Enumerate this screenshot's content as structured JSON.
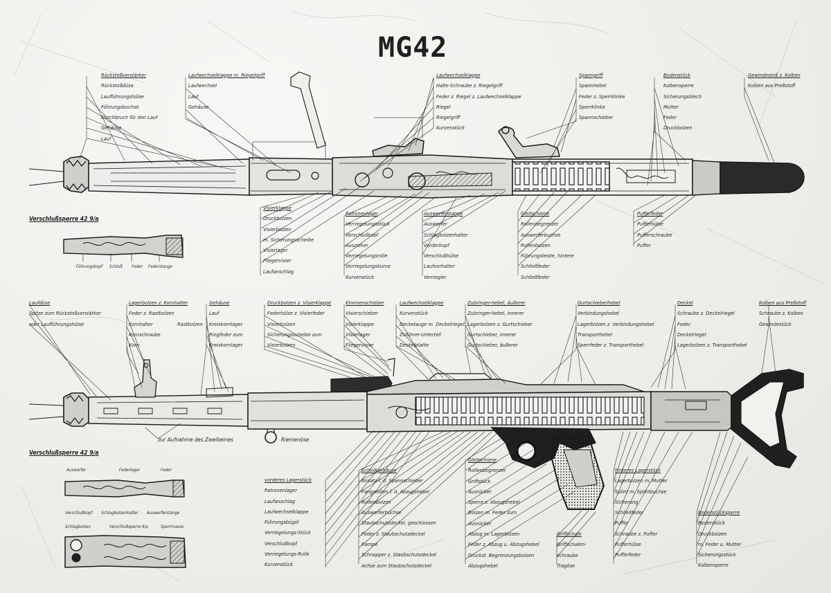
{
  "title": "MG42",
  "top_diagram": {
    "group1": [
      "Rückstoßverstärker",
      "Rückstoßdüse",
      "Laufführungshülse",
      "Führungsbuchse",
      "Durchbruch für den Lauf",
      "Gehäuse",
      "Lauf"
    ],
    "group2": [
      "Laufwechselklappe m. Riegelgriff",
      "Laufwechsel",
      "",
      "Lauf",
      "Gehäuse"
    ],
    "group3": [
      "Laufwechselklappe",
      "Halte-Schraube z. Riegelgriff",
      "Feder z. Riegel z. Laufwechselklappe",
      "Riegel",
      "Riegelgriff",
      "Kurvenstück"
    ],
    "group4": [
      "Spanngriff",
      "Spannhebel",
      "Feder z. Sperrklinke",
      "Sperrklinke",
      "Spannschieber"
    ],
    "group5": [
      "Bodenstück",
      "Kolbensperre",
      "Sicherungsblech",
      "Mutter",
      "Feder",
      "Druckbolzen"
    ],
    "group6": [
      "Gewindestoß z. Kolben",
      "Kolben aus Preßstoff"
    ],
    "below1": [
      "Visierklappe",
      "Druckbolzen",
      "Visierbolzen",
      "m. Sicherungsscheibe",
      "Visierlager",
      "Fliegervisier",
      "Laufanschlag"
    ],
    "below2": [
      "Patronenlager",
      "Verriegelungsstück",
      "Verschlußkopf",
      "Auszieher",
      "Verriegelungsrolle",
      "Verriegelungskurve",
      "Kurvenstück"
    ],
    "below3": [
      "Auswerferstange",
      "Auswerfer",
      "Schlagbolzenhalter",
      "Vorderkopf",
      "Verschlußhülse",
      "Laufvorhalter",
      "Verriegler"
    ],
    "below4": [
      "Gleitschiene",
      "Rollenbegrenzer",
      "Auswerferbuchse",
      "Rollenbolzen",
      "Führungsleiste, hintere",
      "Schließfeder",
      "Schließfeder"
    ],
    "below5": [
      "Pufferfeder",
      "Pufferhülse",
      "Pufferschraube",
      "Puffer"
    ]
  },
  "verschluss_top": {
    "caption": "Verschlußsperre 42 9/a",
    "labels": [
      "Führungskopf",
      "Schloß",
      "Feder",
      "Federstange"
    ]
  },
  "bottom_diagram": {
    "top1": [
      "Laufdüse",
      "Spitze zum Rückstoßverstärker",
      "oder Laufführungshülse"
    ],
    "top2": [
      "Lagerbolzen z. Kornhalter",
      "Feder z. Rastbolzen",
      "Kornhalter",
      "Kornschraube",
      "Korn"
    ],
    "top2b": "Rastbolzen",
    "top3": [
      "Gehäuse",
      "Lauf",
      "Kreiskornlager",
      "Ringfeder zum",
      "Kreiskornlager"
    ],
    "top4": [
      "Druckbolzen z. Visierklappe",
      "Federhülse z. Visierfeder",
      "Visierbolzen",
      "Sicherungsscheibe zum",
      "Visierbolzen"
    ],
    "top5": [
      "Kimmenschieber",
      "Visierschieber",
      "Visierklappe",
      "Visierlager",
      "Fliegervisier"
    ],
    "top6": [
      "Laufwechselklappe",
      "Kurvenstück",
      "Deckelauge m. Deckelriegel",
      "Zuführer-Unterteil",
      "Deckelplatte"
    ],
    "top7": [
      "Zubringer-hebel, äußerer",
      "Zubringer-hebel, innerer",
      "Lagerbolzen z. Gurtschieber",
      "Gurtschieber, innerer",
      "Gurtschieber, äußerer"
    ],
    "top8": [
      "Gurtschieberhebel",
      "Verbindungshebel",
      "Lagerbolzen z. Verbindungshebel",
      "Transporthebel",
      "Sperrfeder z. Transporthebel"
    ],
    "top9": [
      "Deckel",
      "Schraube z. Deckelriegel",
      "Feder",
      "Deckelriegel",
      "Lagerbolzen z. Transporthebel"
    ],
    "top10": [
      "Kolben aus Preßstoff",
      "Schraube z. Kolben",
      "Gewindestück"
    ],
    "mid1": "zur Aufnahme des Zweibeines",
    "mid2": "Riemenöse",
    "bot1": [
      "vorderes Lagerstück",
      "Patronenlager",
      "Laufanschlag",
      "Laufwechselklappe",
      "Führungsbügel",
      "Verriegelungs-Stück",
      "Verschlußkopf",
      "Verriegelungs-Rolle",
      "Kurvenstück"
    ],
    "bot2": [
      "Schloßgehäuse",
      "Ansatz f. d. Spannschieber",
      "Fangstollen f. d. Abzugshebel",
      "Rollenbolzen",
      "Auswerferbuchse",
      "Staubschutzdeckel, geschlossen",
      "Feder z. Staubschutzdeckel",
      "Rampe",
      "Schnapper z. Staubschutzdeckel",
      "Achse zum Staubschutzdeckel"
    ],
    "bot3": [
      "Gleitschiene",
      "Rollenbegrenzer",
      "Griffstück",
      "Ausrücker",
      "Sperre z. Abzugshebel",
      "Bolzen m. Feder zum",
      "Ausrücker",
      "Abzug m. Lagerbolzen",
      "Feder z. Abzug u. Abzugshebel",
      "Druckst. Begrenzungsbolzen",
      "Abzugshebel"
    ],
    "bot4": [
      "Griffschale",
      "Griffschalen-",
      "schraube",
      "Tragöse"
    ],
    "bot5": [
      "hinteres Lagerstück",
      "Lagerbolzen m. Mutter",
      "Splint m. Splintbuchse",
      "Sicherung",
      "",
      "Schließfeder",
      "Puffer",
      "Schraube z. Puffer",
      "Pufferhülse",
      "Pufferfeder"
    ],
    "bot6": [
      "Bodenstücksperre",
      "Bodenstück",
      "Druckbolzen",
      "m. Feder u. Mutter",
      "Sicherungsstück",
      "Kolbensperre"
    ]
  },
  "verschluss_bottom": {
    "caption": "Verschlußsperre 42 9/a",
    "top_labels": [
      "Auswerfer",
      "Federlager",
      "Feder"
    ],
    "mid_labels": [
      "Verschlußkopf",
      "Schlagbolzenhalter",
      "Auswerferstange"
    ],
    "bot_labels": [
      "Schlagbolzen",
      "Verschlußsperre 9/a",
      "Sperrmasse"
    ]
  }
}
